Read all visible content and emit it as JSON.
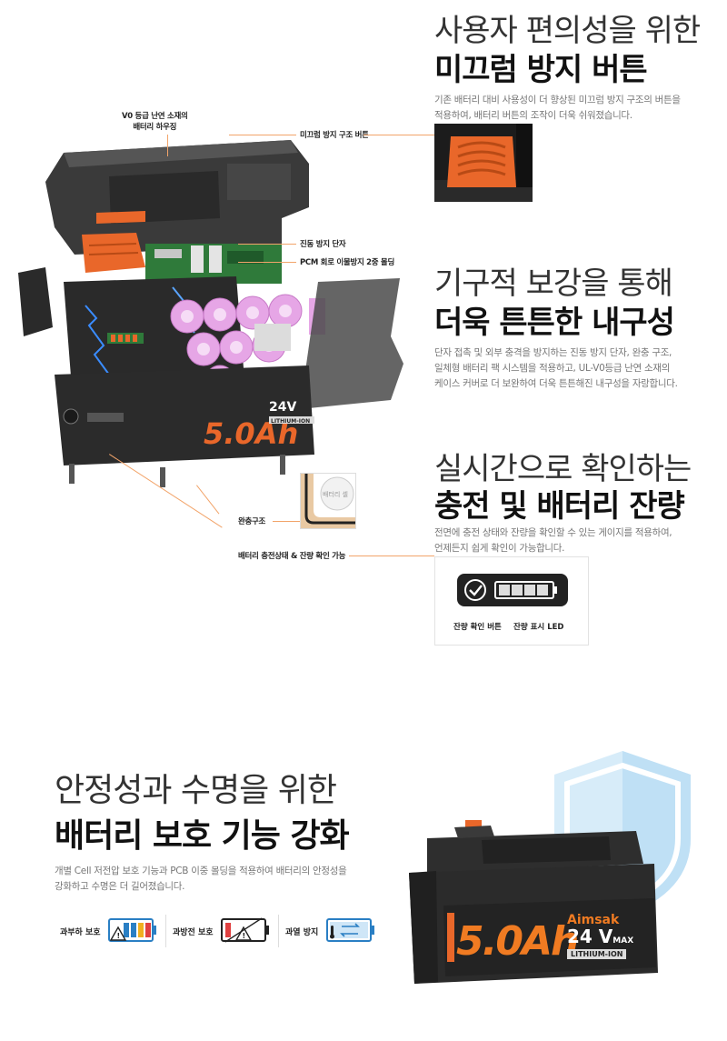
{
  "section1": {
    "title_light": "사용자 편의성을 위한",
    "title_bold": "미끄럼 방지 버튼",
    "desc_lines": [
      "기존 배터리 대비 사용성이 더 향상된 미끄럼 방지 구조의 버튼을",
      "적용하여, 배터리 버튼의 조작이 더욱 쉬워졌습니다."
    ]
  },
  "section2": {
    "title_light": "기구적 보강을 통해",
    "title_bold": "더욱 튼튼한 내구성",
    "desc_lines": [
      "단자 접촉 및 외부 충격을 방지하는 진동 방지 단자, 완충 구조,",
      "일체형 배터리 팩 시스템을 적용하고, UL-V0등급 난연 소재의",
      "케이스 커버로 더 보완하여 더욱 튼튼해진 내구성을 자랑합니다."
    ]
  },
  "section3": {
    "title_light": "실시간으로 확인하는",
    "title_bold": "충전 및 배터리 잔량",
    "desc_lines": [
      "전면에 충전 상태와 잔량을 확인할 수 있는 게이지를 적용하여,",
      "언제든지 쉽게 확인이 가능합니다."
    ],
    "gauge_button_label": "잔량 확인 버튼",
    "gauge_led_label": "잔량 표시 LED"
  },
  "callouts": {
    "housing_line1": "V0 등급 난연 소재의",
    "housing_line2": "배터리 하우징",
    "button": "미끄럼 방지 구조 버튼",
    "terminal": "진동 방지 단자",
    "pcm": "PCM 회로 이물방지 2중 몰딩",
    "cushion": "완충구조",
    "charge": "배터리 충전상태 & 잔량 확인 가능",
    "cell": "배터리 셀"
  },
  "battery_label": {
    "capacity": "5.0Ah",
    "voltage": "24V",
    "type": "LITHIUM-ION",
    "brand": "Aimsak",
    "voltage_main": "24 V",
    "voltage_sub": "MAX"
  },
  "section4": {
    "title_light": "안정성과 수명을 위한",
    "title_bold": "배터리 보호 기능 강화",
    "desc_lines": [
      "개별 Cell 저전압 보호 기능과 PCB 이중 몰딩을 적용하여 배터리의 안정성을",
      "강화하고 수명은 더 길어졌습니다."
    ],
    "protections": [
      {
        "label": "과부하 보호",
        "icon": "overload-battery-icon"
      },
      {
        "label": "과방전 보호",
        "icon": "overdischarge-battery-icon"
      },
      {
        "label": "과열 방지",
        "icon": "overheat-battery-icon"
      }
    ]
  },
  "colors": {
    "accent": "#f07b22",
    "battery_body": "#2b2b2b",
    "cell_pink": "#e6a6e6",
    "electric_blue": "#3a8cff",
    "shield_blue": "#bfe0f5"
  }
}
